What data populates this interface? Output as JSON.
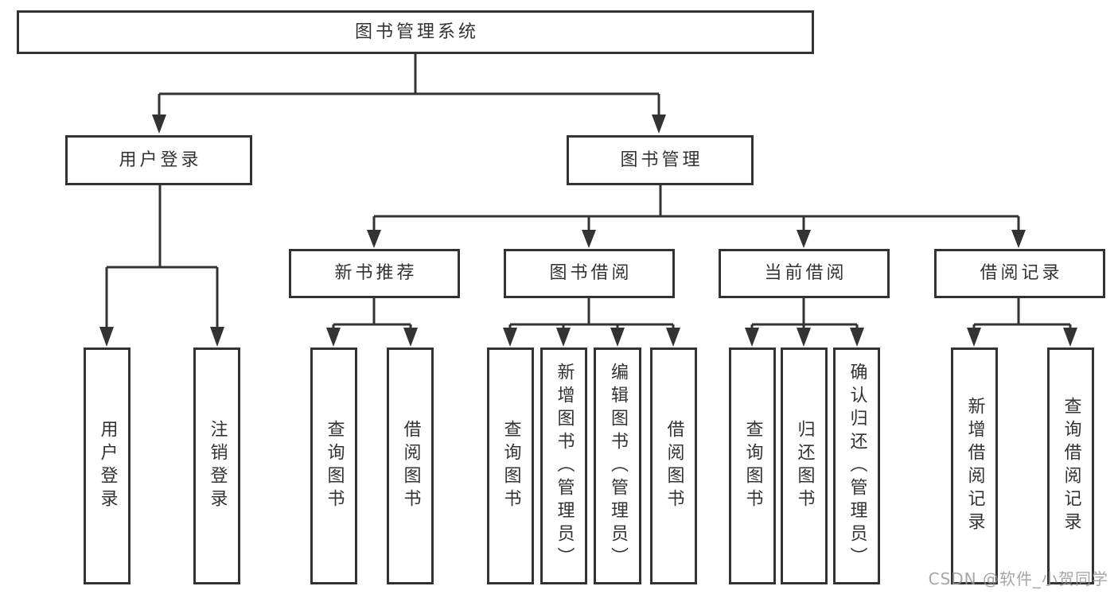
{
  "diagram": {
    "root": {
      "label": "图书管理系统"
    },
    "level2": [
      {
        "label": "用户登录"
      },
      {
        "label": "图书管理"
      }
    ],
    "level3": [
      {
        "label": "新书推荐"
      },
      {
        "label": "图书借阅"
      },
      {
        "label": "当前借阅"
      },
      {
        "label": "借阅记录"
      }
    ],
    "leaves": {
      "login": [
        "用户登录",
        "注销登录"
      ],
      "recommend": [
        "查询图书",
        "借阅图书"
      ],
      "borrow": [
        "查询图书",
        "新增图书（管理员）",
        "编辑图书（管理员）",
        "借阅图书"
      ],
      "current": [
        "查询图书",
        "归还图书",
        "确认归还（管理员）"
      ],
      "records": [
        "新增借阅记录",
        "查询借阅记录"
      ]
    }
  },
  "watermark": {
    "text": "CSDN @软件_小贺同学"
  },
  "colors": {
    "line": "#333333",
    "text": "#333333",
    "watermark": "#969696",
    "background": "#ffffff"
  }
}
